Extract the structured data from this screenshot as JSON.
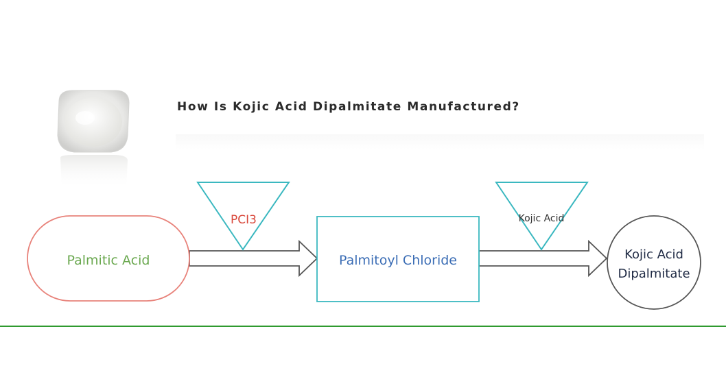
{
  "title": "How Is Kojic Acid Dipalmitate Manufactured?",
  "diagram": {
    "start_node": "Palmitic Acid",
    "reagent_1": "PCI3",
    "intermediate_node": "Palmitoyl Chloride",
    "reagent_2": "Kojic Acid",
    "product_line_1": "Kojic Acid",
    "product_line_2": "Dipalmitate"
  },
  "colors": {
    "start_border": "#e8827a",
    "start_text": "#6aa84f",
    "reagent_border": "#3bb8c0",
    "reagent_1_text": "#d9483b",
    "intermediate_border": "#3bb8c0",
    "intermediate_text": "#3b6db5",
    "product_border": "#555555",
    "product_text": "#1f2a44",
    "arrow": "#555555",
    "divider": "#2f9a2f"
  },
  "image": {
    "icon": "powder-bowl-icon"
  }
}
